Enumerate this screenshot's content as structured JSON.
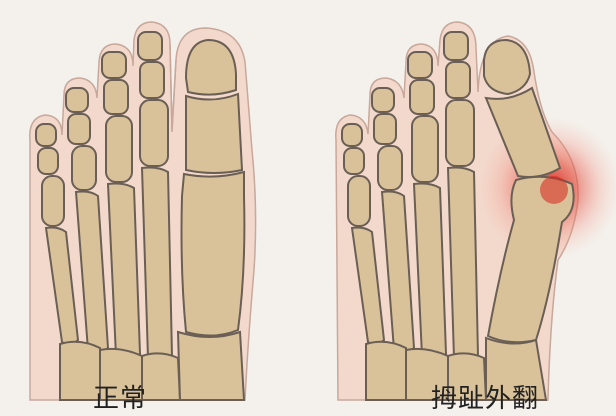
{
  "labels": {
    "normal": "正常",
    "hallux_valgus": "拇趾外翻"
  },
  "colors": {
    "background": "#f4f1ec",
    "skin_fill": "#f3d9cc",
    "skin_outline": "#c7a89b",
    "bone_fill": "#d9c29a",
    "bone_outline": "#6b5f55",
    "inflammation": "#d9241c"
  },
  "icons": [
    "normal-foot-skeleton",
    "bunion-foot-skeleton",
    "inflammation-glow"
  ]
}
